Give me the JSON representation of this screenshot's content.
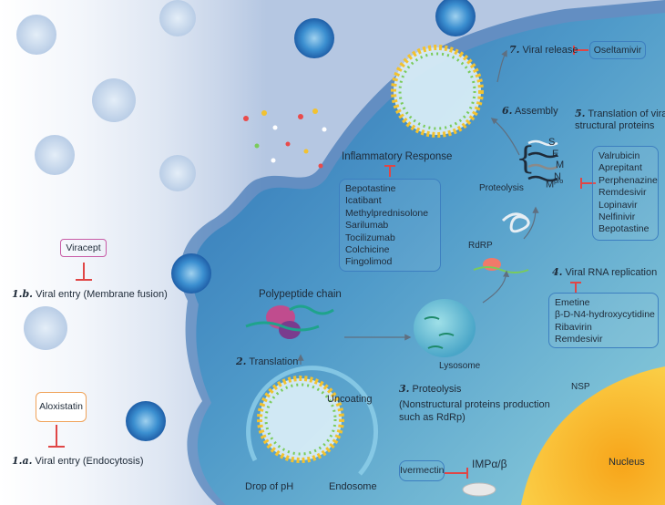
{
  "labels": {
    "viral_release": "Viral release",
    "assembly": "Assembly",
    "translation_structural": [
      "Translation of viral",
      "structural proteins"
    ],
    "inflammatory_response": "Inflammatory Response",
    "proteolysis_small": "Proteolysis",
    "mpro_base": "M",
    "mpro_sup": "pro",
    "rdrp": "RdRP",
    "viral_rna_replication": "Viral RNA replication",
    "polypeptide_chain": "Polypeptide chain",
    "translation": "Translation",
    "lysosome": "Lysosome",
    "uncoating": "Uncoating",
    "proteolysis": "Proteolysis",
    "nonstructural": [
      "(Nonstructural proteins production",
      "such as RdRp)"
    ],
    "nsp": "NSP",
    "nucleus": "Nucleus",
    "impab": "IMPα/β",
    "drop_ph": "Drop of pH",
    "endosome": "Endosome",
    "entry_fusion": "Viral entry (Membrane fusion)",
    "entry_endo": "Viral entry (Endocytosis)",
    "structural_letters": [
      "S",
      "E",
      "M",
      "N"
    ]
  },
  "steps": {
    "s1a": "1.a.",
    "s1b": "1.b.",
    "s2": "2.",
    "s3": "3.",
    "s4": "4.",
    "s5": "5.",
    "s6": "6.",
    "s7": "7."
  },
  "drugs": {
    "oseltamivir": "Oseltamivir",
    "viracept": "Viracept",
    "aloxistatin": "Aloxistatin",
    "ivermectin": "Ivermectin",
    "inflammatory": [
      "Bepotastine",
      "Icatibant",
      "Methylprednisolone",
      "Sarilumab",
      "Tocilizumab",
      "Colchicine",
      "Fingolimod"
    ],
    "mpro": [
      "Valrubicin",
      "Aprepitant",
      "Perphenazine",
      "Remdesivir",
      "Lopinavir",
      "Nelfinivir",
      "Bepotastine"
    ],
    "rna": [
      "Emetine",
      "β-D-N4-hydroxycytidine",
      "Ribavirin",
      "Remdesivir"
    ]
  },
  "colors": {
    "cell": "#2f72b6",
    "cytoplasm_light": "#7fc3d6",
    "inhibitor": "#e04646",
    "nucleus": "#f5b51e",
    "box_border": "#3d7fc0"
  }
}
